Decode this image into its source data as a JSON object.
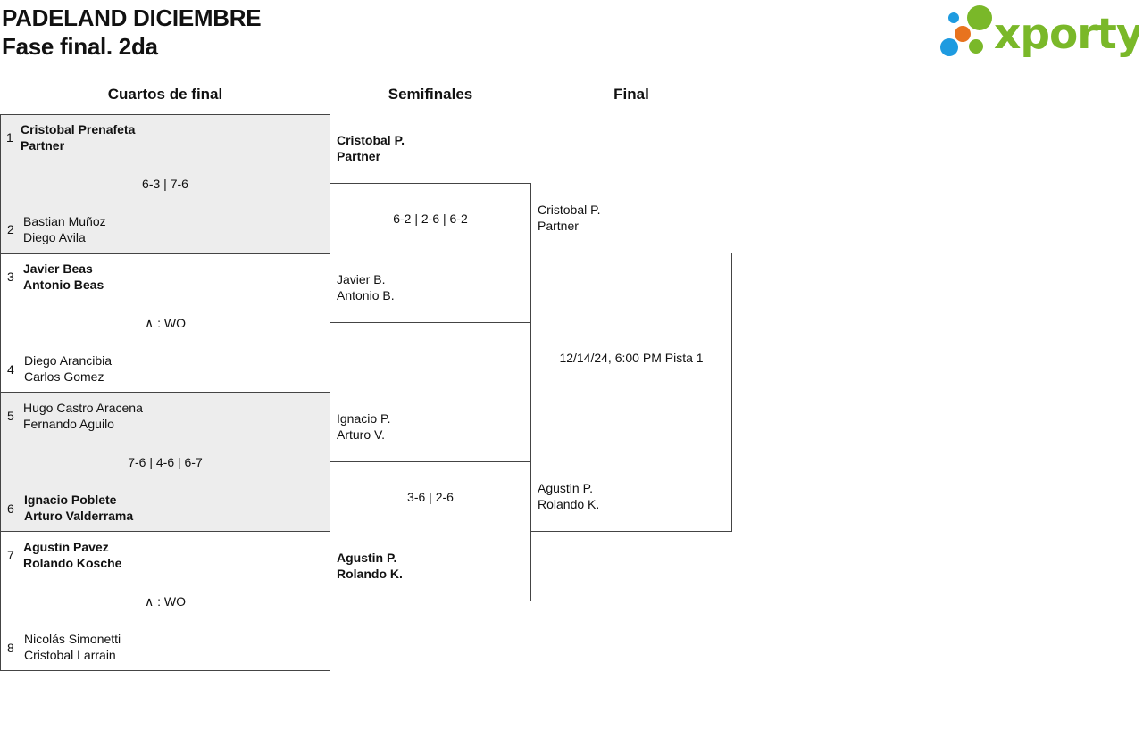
{
  "header": {
    "title": "PADELAND DICIEMBRE",
    "subtitle": "Fase final. 2da",
    "logo_text": "xporty",
    "logo_colors": {
      "green": "#7ab829",
      "blue": "#1e9be0",
      "orange": "#e8731e"
    }
  },
  "rounds": [
    "Cuartos de final",
    "Semifinales",
    "Final"
  ],
  "quarterfinals": [
    {
      "top_seed": "1",
      "top": [
        "Cristobal Prenafeta",
        "Partner"
      ],
      "top_winner": true,
      "bottom_seed": "2",
      "bottom": [
        "Bastian Muñoz",
        "Diego Avila"
      ],
      "bottom_winner": false,
      "score": "6-3 | 7-6"
    },
    {
      "top_seed": "3",
      "top": [
        "Javier Beas",
        "Antonio Beas"
      ],
      "top_winner": true,
      "bottom_seed": "4",
      "bottom": [
        "Diego Arancibia",
        "Carlos Gomez"
      ],
      "bottom_winner": false,
      "score": "∧ : WO"
    },
    {
      "top_seed": "5",
      "top": [
        "Hugo Castro Aracena",
        "Fernando Aguilo"
      ],
      "top_winner": false,
      "bottom_seed": "6",
      "bottom": [
        "Ignacio Poblete",
        "Arturo Valderrama"
      ],
      "bottom_winner": true,
      "score": "7-6 | 4-6 | 6-7"
    },
    {
      "top_seed": "7",
      "top": [
        "Agustin Pavez",
        "Rolando Kosche"
      ],
      "top_winner": true,
      "bottom_seed": "8",
      "bottom": [
        "Nicolás Simonetti",
        "Cristobal Larrain"
      ],
      "bottom_winner": false,
      "score": "∧ : WO"
    }
  ],
  "semifinals": [
    {
      "top": [
        "Cristobal P.",
        "Partner"
      ],
      "top_winner": true,
      "bottom": [
        "Javier B.",
        "Antonio B."
      ],
      "bottom_winner": false,
      "score": "6-2 | 2-6 | 6-2"
    },
    {
      "top": [
        "Ignacio P.",
        "Arturo V."
      ],
      "top_winner": false,
      "bottom": [
        "Agustin P.",
        "Rolando K."
      ],
      "bottom_winner": true,
      "score": "3-6 | 2-6"
    }
  ],
  "final": {
    "top": [
      "Cristobal P.",
      "Partner"
    ],
    "bottom": [
      "Agustin P.",
      "Rolando K."
    ],
    "schedule": "12/14/24, 6:00 PM Pista 1"
  }
}
